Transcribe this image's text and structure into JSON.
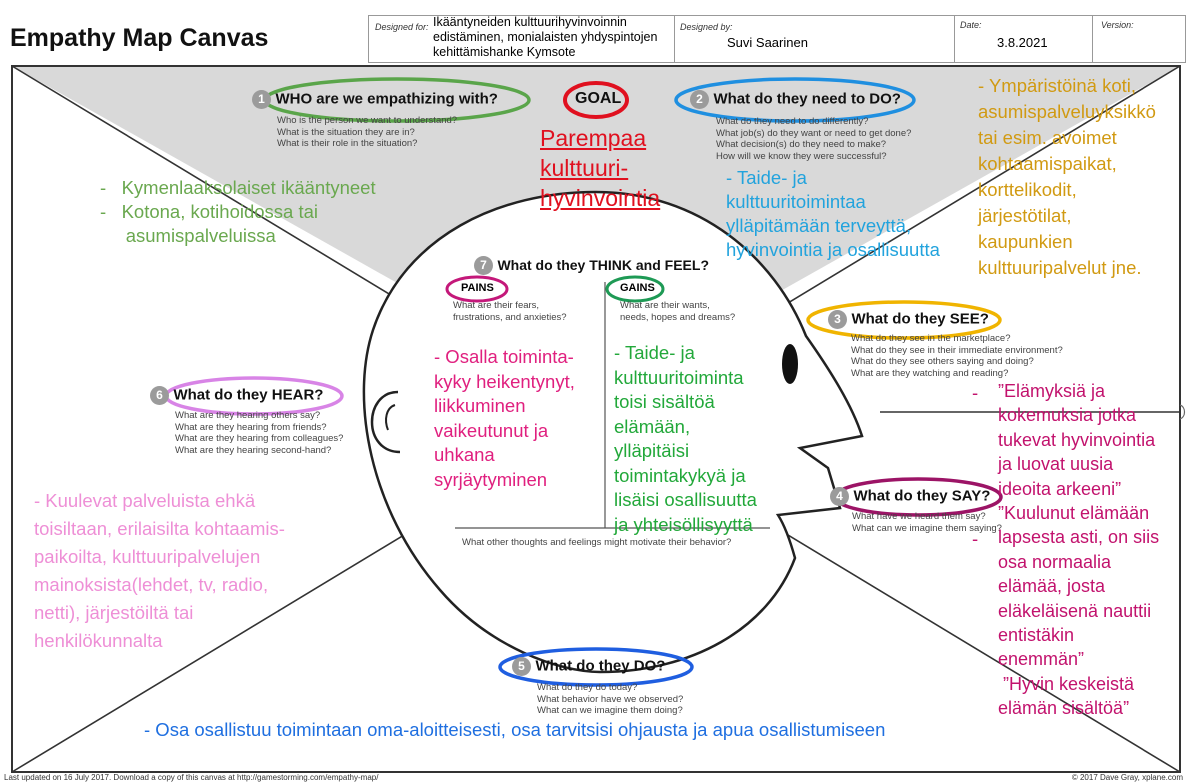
{
  "header": {
    "title": "Empathy Map Canvas",
    "designed_for_label": "Designed for:",
    "designed_for_lines": [
      "Ikääntyneiden kulttuurihyvinvoinnin",
      "edistäminen, monialaisten yhdyspintojen",
      "kehittämishanke Kymsote"
    ],
    "designed_by_label": "Designed by:",
    "designed_by_value": "Suvi Saarinen",
    "date_label": "Date:",
    "date_value": "3.8.2021",
    "version_label": "Version:",
    "version_value": ""
  },
  "colors": {
    "who_ring": "#5aa54a",
    "goal_ring": "#e0101f",
    "do_ring": "#1f8fe0",
    "see_ring": "#f0b400",
    "hear_ring": "#d884e6",
    "say_ring": "#9c1466",
    "does_ring": "#1f5ee0",
    "pains_ring": "#c4187a",
    "gains_ring": "#1e9a55",
    "top_triangle": "#d9d9d9"
  },
  "sections": {
    "who": {
      "num": "1",
      "title": "WHO are we empathizing with?",
      "questions": [
        "Who is the person we want to understand?",
        "What is the situation they are in?",
        "What is their role in the situation?"
      ]
    },
    "goal": {
      "title": "GOAL"
    },
    "need": {
      "num": "2",
      "title": "What do they need to DO?",
      "questions": [
        "What do they need to do differently?",
        "What job(s) do they want or need to get done?",
        "What decision(s) do they need to make?",
        "How will we know they were successful?"
      ]
    },
    "see": {
      "num": "3",
      "title": "What do they SEE?",
      "questions": [
        "What do they see in the marketplace?",
        "What do they see in their immediate environment?",
        "What do they see others saying and doing?",
        "What are they watching and reading?"
      ]
    },
    "say": {
      "num": "4",
      "title": "What do they SAY?",
      "questions": [
        "What have we heard them say?",
        "What can we imagine them saying?"
      ]
    },
    "does": {
      "num": "5",
      "title": "What do they DO?",
      "questions": [
        "What do they do today?",
        "What behavior have we observed?",
        "What can we imagine them doing?"
      ]
    },
    "hear": {
      "num": "6",
      "title": "What do they HEAR?",
      "questions": [
        "What are they hearing others say?",
        "What are they hearing from friends?",
        "What are they hearing from colleagues?",
        "What are they hearing second-hand?"
      ]
    },
    "think": {
      "num": "7",
      "title": "What do they THINK and FEEL?",
      "pains_label": "PAINS",
      "pains_q": [
        "What are their fears,",
        "frustrations, and anxieties?"
      ],
      "gains_label": "GAINS",
      "gains_q": [
        "What are their wants,",
        "needs, hopes and dreams?"
      ],
      "other": "What other thoughts and feelings might motivate their behavior?"
    }
  },
  "notes": {
    "who": [
      "-   Kymenlaaksolaiset ikääntyneet",
      "-   Kotona, kotihoidossa tai",
      "     asumispalveluissa"
    ],
    "goal": [
      "Parempaa",
      "kulttuuri-",
      "hyvinvointia"
    ],
    "need": [
      "- Taide- ja",
      "kulttuuritoimintaa",
      "ylläpitämään terveyttä,",
      "hyvinvointia ja osallisuutta"
    ],
    "see": [
      "- Ympäristöinä koti,",
      "asumispalveluyksikkö",
      "tai esim. avoimet",
      "kohtaamispaikat,",
      "korttelikodit,",
      "järjestötilat,",
      "kaupunkien",
      "kulttuuripalvelut jne."
    ],
    "pains": [
      "- Osalla toiminta-",
      "kyky heikentynyt,",
      "liikkuminen",
      "vaikeutunut ja",
      "uhkana",
      "syrjäytyminen"
    ],
    "gains": [
      "- Taide- ja",
      "kulttuuritoiminta",
      "toisi sisältöä",
      "elämään,",
      "ylläpitäisi",
      "toimintakykyä ja",
      "lisäisi osallisuutta",
      "ja yhteisöllisyyttä"
    ],
    "say_dash1": "-",
    "say_dash2": "-",
    "say": [
      "”Elämyksiä ja",
      "kokemuksia jotka",
      "tukevat hyvinvointia",
      "ja luovat uusia",
      "ideoita arkeeni”",
      "”Kuulunut elämään",
      "lapsesta asti, on siis",
      "osa normaalia",
      "elämää, josta",
      "eläkeläisenä nauttii",
      "entistäkin",
      "enemmän”",
      " ”Hyvin keskeistä",
      "elämän sisältöä”"
    ],
    "hear": [
      "- Kuulevat palveluista ehkä",
      "toisiltaan, erilaisilta kohtaamis-",
      "paikoilta, kulttuuripalvelujen",
      "mainoksista(lehdet, tv, radio,",
      "netti), järjestöiltä tai",
      "henkilökunnalta"
    ],
    "does": "- Osa osallistuu toimintaan oma-aloitteisesti, osa tarvitsisi ohjausta ja apua osallistumiseen"
  },
  "footer": {
    "left": "Last updated on 16 July 2017. Download a copy of this canvas at http://gamestorming.com/empathy-map/",
    "right": "© 2017 Dave Gray, xplane.com"
  }
}
